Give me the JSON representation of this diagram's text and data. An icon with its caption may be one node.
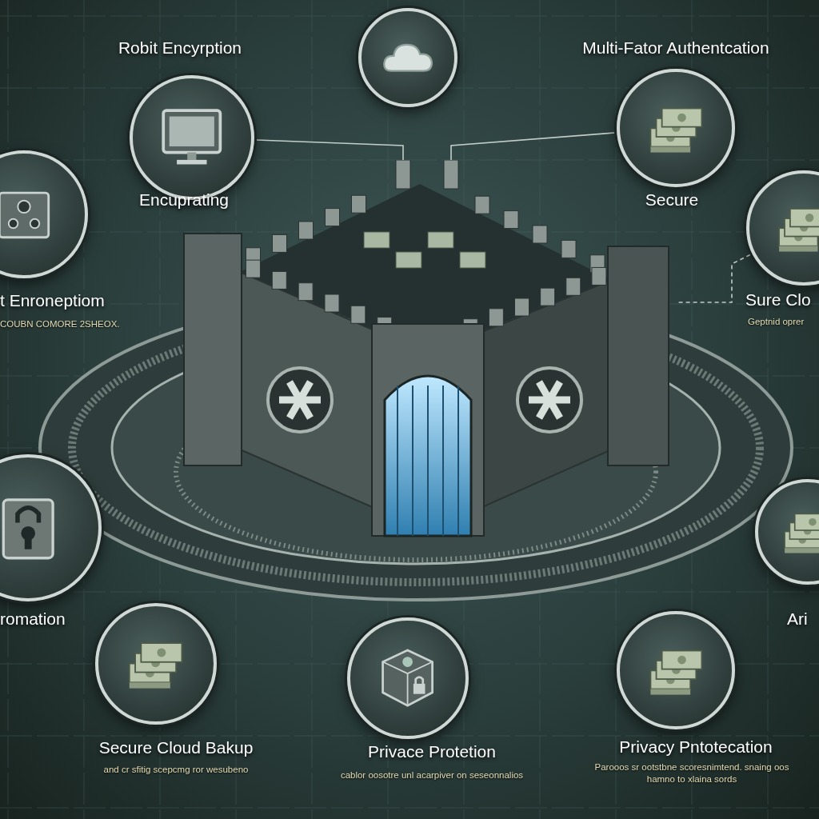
{
  "diagram": {
    "nodes": [
      {
        "text": [],
        "shape": "picture"
      },
      {
        "text": [],
        "shape": "circle"
      },
      {
        "text": [
          "Robit Encyrption",
          "Encuprating"
        ]
      },
      {
        "text": [
          "Multi-Fator Authentcation",
          "Secure"
        ]
      },
      {
        "text": [
          "t Enroneptiom",
          "COUBN COMORE 2SHEOX."
        ]
      },
      {
        "text": [
          "Sure  Clo",
          "Geptnid oprer"
        ]
      },
      {
        "text": [
          "romation"
        ]
      },
      {
        "text": [
          "Ari"
        ]
      },
      {
        "text": [
          "Secure Cloud Bakup",
          "and cr sfitig scepcmg ror wesubeno"
        ]
      },
      {
        "text": [
          "Privace Protetion",
          "cablor oosotre unl acarpiver on seseonnalios"
        ]
      },
      {
        "text": [
          "Privacy Pntotecation",
          "Parooos sr ootstbne scoresnimtend. snaing oos hamno to xlaina sords"
        ]
      }
    ],
    "edges": [
      {
        "from": 2,
        "to": 0,
        "arrow": "none"
      },
      {
        "from": 3,
        "to": 0,
        "arrow": "none"
      },
      {
        "from": 5,
        "to": 0,
        "arrow": "none",
        "style": "dashed"
      }
    ]
  }
}
